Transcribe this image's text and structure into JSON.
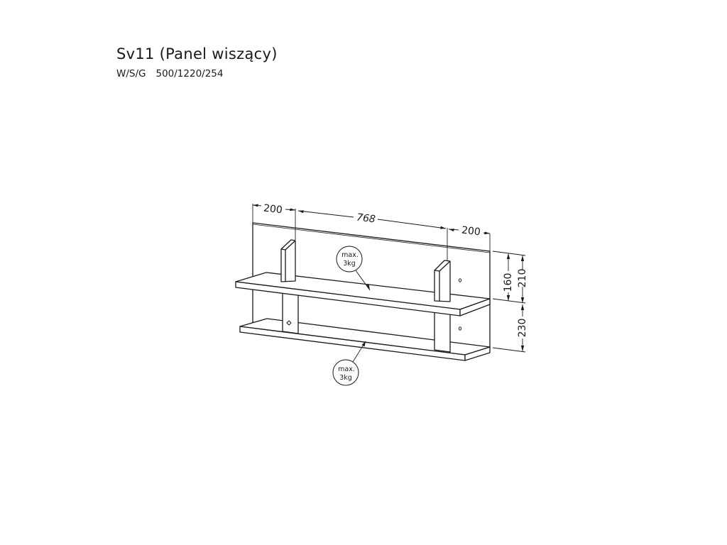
{
  "header": {
    "title": "Sv11 (Panel wiszący)",
    "dims_label": "W/S/G",
    "dims_value": "500/1220/254"
  },
  "dimensions": {
    "left_width": "200",
    "middle_width": "768",
    "right_width": "200",
    "height_upper_inner": "160",
    "height_upper": "210",
    "height_lower": "230"
  },
  "load_labels": {
    "upper": {
      "line1": "max.",
      "line2": "3kg"
    },
    "lower": {
      "line1": "max.",
      "line2": "3kg"
    }
  },
  "colors": {
    "ink": "#1a1a1a",
    "background": "#ffffff"
  }
}
